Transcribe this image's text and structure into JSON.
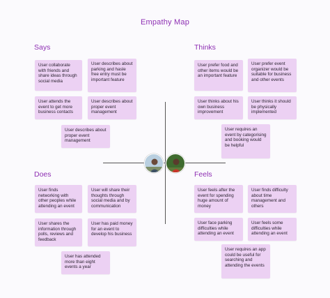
{
  "title": "Empathy Map",
  "quadrants": {
    "says": {
      "heading": "Says",
      "notes": [
        "User collaborate with friends and share ideas through social media",
        "User describes about parking and hasle free entry must be important feature",
        "User attends the event to get more business contacts",
        "User describes about proper event management",
        "User describes about proper event management"
      ]
    },
    "thinks": {
      "heading": "Thinks",
      "notes": [
        "User prefer food and other items would be an important feature",
        "User prefer event organizer would be suitable for business and other events",
        "User thinks about his own business improvement",
        "User thinks it should be physically implemented",
        "User requires an event by categorising and booking would be helpful"
      ]
    },
    "does": {
      "heading": "Does",
      "notes": [
        "User finds networking with other peoples while attending an event",
        "User will share their thoughts through social media and by communication",
        "User shares the information through polls, reviews and feedback",
        "User has paid money for an event to develop his business",
        "User has attended more than eight events a year"
      ]
    },
    "feels": {
      "heading": "Feels",
      "notes": [
        "User feels after the event for spending huge amount of money",
        "User finds difficulty about time management and others",
        "User face parking difficulties while attending an event",
        "User feels some difficulties while attending an event",
        "User requires an app could be useful for searching and attending the events"
      ]
    }
  },
  "colors": {
    "accent": "#8e2fb3",
    "note_bg": "#ecd1f3",
    "background": "#fbfafd"
  }
}
